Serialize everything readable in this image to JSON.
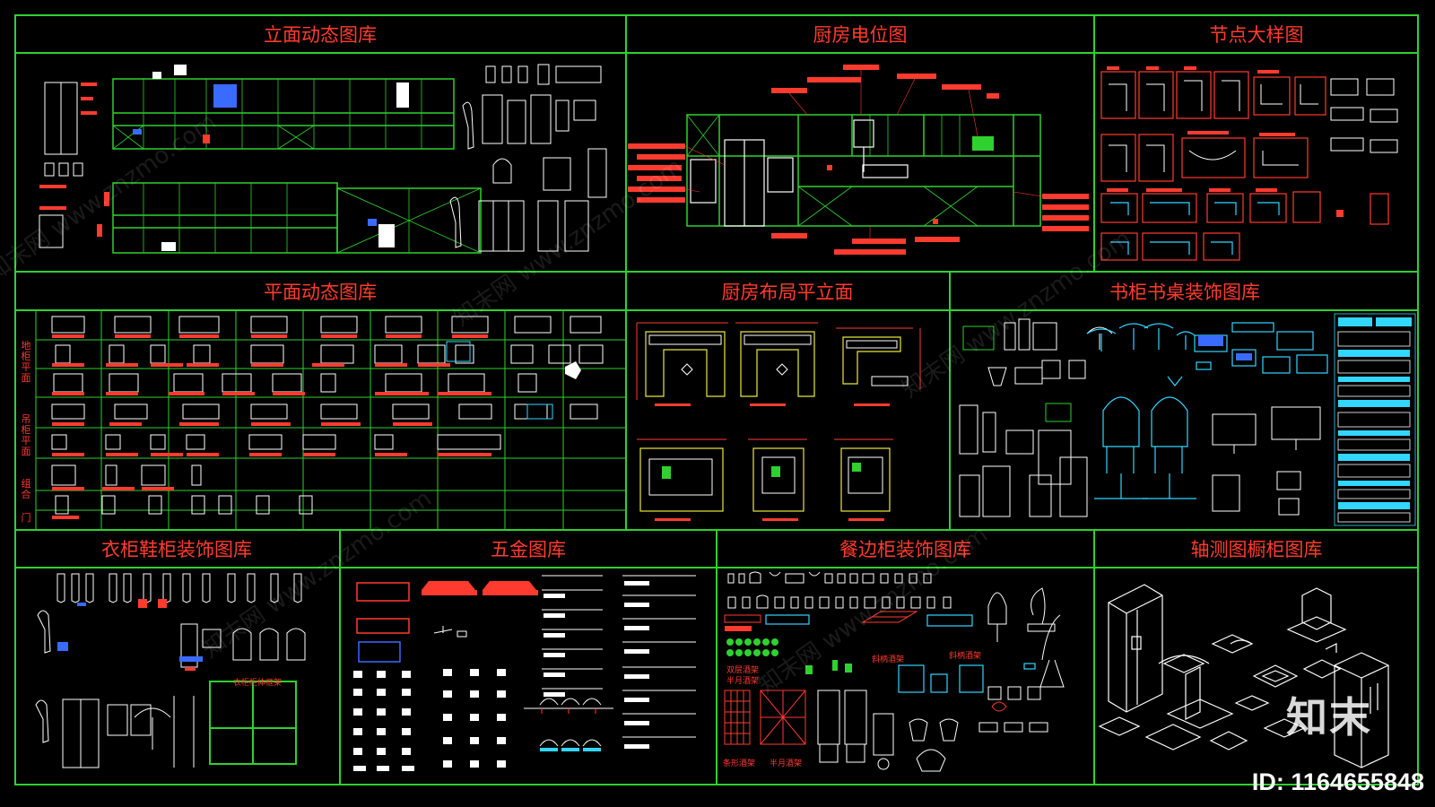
{
  "colors": {
    "frame": "#2fd12f",
    "title": "#ff3b2f",
    "accent_cyan": "#33d6ff",
    "accent_yellow": "#e8e83a",
    "accent_blue": "#3a6bff"
  },
  "panels": [
    {
      "id": "elevation",
      "title": "立面动态图库"
    },
    {
      "id": "kitchen_power",
      "title": "厨房电位图"
    },
    {
      "id": "node_detail",
      "title": "节点大样图"
    },
    {
      "id": "plan",
      "title": "平面动态图库"
    },
    {
      "id": "kitchen_layout",
      "title": "厨房布局平立面"
    },
    {
      "id": "bookcase",
      "title": "书柜书桌装饰图库"
    },
    {
      "id": "wardrobe",
      "title": "衣柜鞋柜装饰图库"
    },
    {
      "id": "hardware",
      "title": "五金图库"
    },
    {
      "id": "sideboard",
      "title": "餐边柜装饰图库"
    },
    {
      "id": "axonometric",
      "title": "轴测图橱柜图库"
    }
  ],
  "plan_side_labels": [
    "地柜平面",
    "吊柜平面",
    "组合",
    "门"
  ],
  "wardrobe_caption": "衣柜柜体框架",
  "sideboard_captions": [
    "条形酒架",
    "半月酒架",
    "斜柄酒架",
    "斜柄酒架",
    "双层酒架",
    "半月酒架"
  ],
  "watermark_text": "知末网 www.znzmo.com",
  "logo_text": "知末",
  "id_text": "ID: 1164655848"
}
